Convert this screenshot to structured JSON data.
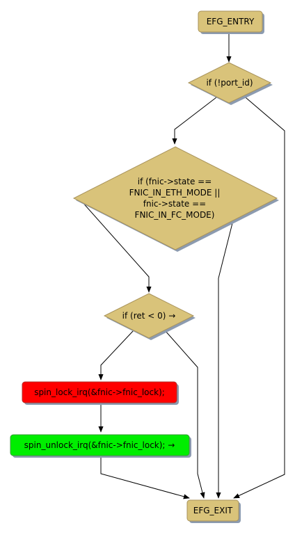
{
  "colors": {
    "node_fill": "#d9c37a",
    "node_stroke": "#a8925a",
    "shadow": "#8c9bb0",
    "error_fill": "#ff0000",
    "ok_fill": "#00ee00",
    "edge": "#000000",
    "background": "#ffffff"
  },
  "nodes": {
    "entry": {
      "label": "EFG_ENTRY"
    },
    "port_check": {
      "label": "if (!port_id)"
    },
    "mode_check": {
      "lines": [
        "if (fnic->state ==",
        "FNIC_IN_ETH_MODE ||",
        "fnic->state ==",
        "FNIC_IN_FC_MODE)"
      ]
    },
    "ret_check": {
      "label": "if (ret < 0) →"
    },
    "lock": {
      "label": "spin_lock_irq(&fnic->fnic_lock);"
    },
    "unlock": {
      "label": "spin_unlock_irq(&fnic->fnic_lock); →"
    },
    "exit": {
      "label": "EFG_EXIT"
    }
  }
}
